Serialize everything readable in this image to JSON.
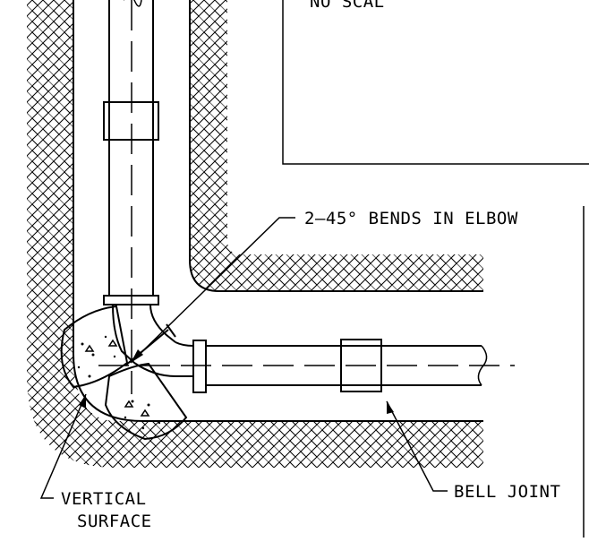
{
  "labels": {
    "scale": "NO SCAL",
    "bends": "2–45° BENDS IN ELBOW",
    "vertical_line1": "VERTICAL",
    "vertical_line2": "SURFACE",
    "bell_joint": "BELL JOINT"
  },
  "colors": {
    "line": "#000000",
    "background": "#ffffff",
    "concrete": "#f2f2f2"
  }
}
